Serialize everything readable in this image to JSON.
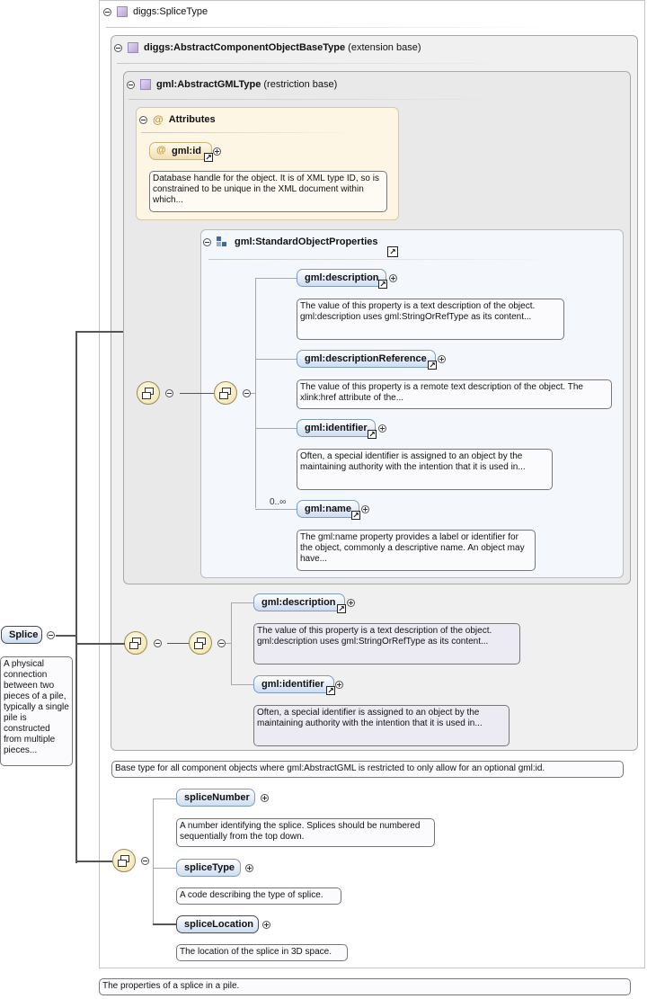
{
  "root": {
    "label": "Splice",
    "doc": "A physical connection between two pieces of a pile, typically a single pile is constructed from multiple pieces..."
  },
  "complex_type": {
    "name": "diggs:SpliceType",
    "doc": "The properties of a splice in a pile."
  },
  "base_type": {
    "name": "diggs:AbstractComponentObjectBaseType",
    "qualifier": "(extension base)",
    "doc": "Base type for all component objects where gml:AbstractGML is restricted to only allow for an optional gml:id."
  },
  "restriction_type": {
    "name": "gml:AbstractGMLType",
    "qualifier": "(restriction base)"
  },
  "attributes": {
    "title": "Attributes",
    "id_name": "gml:id",
    "id_doc": "Database handle for the object. It is of XML type ID, so is constrained to be unique in the XML document within which..."
  },
  "standard_props": {
    "name": "gml:StandardObjectProperties",
    "cardinality": "0..∞",
    "items": [
      {
        "name": "gml:description",
        "doc": "The value of this property is a text description of the object. gml:description uses gml:StringOrRefType as its content..."
      },
      {
        "name": "gml:descriptionReference",
        "doc": "The value of this property is a remote text description of the object. The xlink:href attribute of the..."
      },
      {
        "name": "gml:identifier",
        "doc": "Often, a special identifier is assigned to an object by the maintaining authority with the intention that it is used in..."
      },
      {
        "name": "gml:name",
        "doc": "The gml:name property provides a label or identifier for the object, commonly a descriptive name. An object may have..."
      }
    ]
  },
  "base_seq": {
    "items": [
      {
        "name": "gml:description",
        "doc": "The value of this property is a text description of the object. gml:description uses gml:StringOrRefType as its content..."
      },
      {
        "name": "gml:identifier",
        "doc": "Often, a special identifier is assigned to an object by the maintaining authority with the intention that it is used in..."
      }
    ]
  },
  "splice_seq": {
    "items": [
      {
        "name": "spliceNumber",
        "doc": "A number identifying the splice. Splices should be numbered sequentially from the top down."
      },
      {
        "name": "spliceType",
        "doc": "A code describing the type of splice."
      },
      {
        "name": "spliceLocation",
        "doc": "The location of the splice in 3D space."
      }
    ]
  },
  "icons": {
    "type": "complex-type-icon",
    "attribute": "attribute-icon",
    "group": "group-icon",
    "sequence": "sequence-compositor-icon",
    "toggle": "collapse-toggle-icon",
    "expand": "expand-plus-icon",
    "reference": "reference-arrow-icon"
  },
  "colors": {
    "element_fill": "#cddcf1",
    "element_border": "#7f9cbf",
    "attribute_fill": "#fdf6e4",
    "compositor_fill": "#f0e0a6",
    "type_icon": "#b8a3d6"
  }
}
